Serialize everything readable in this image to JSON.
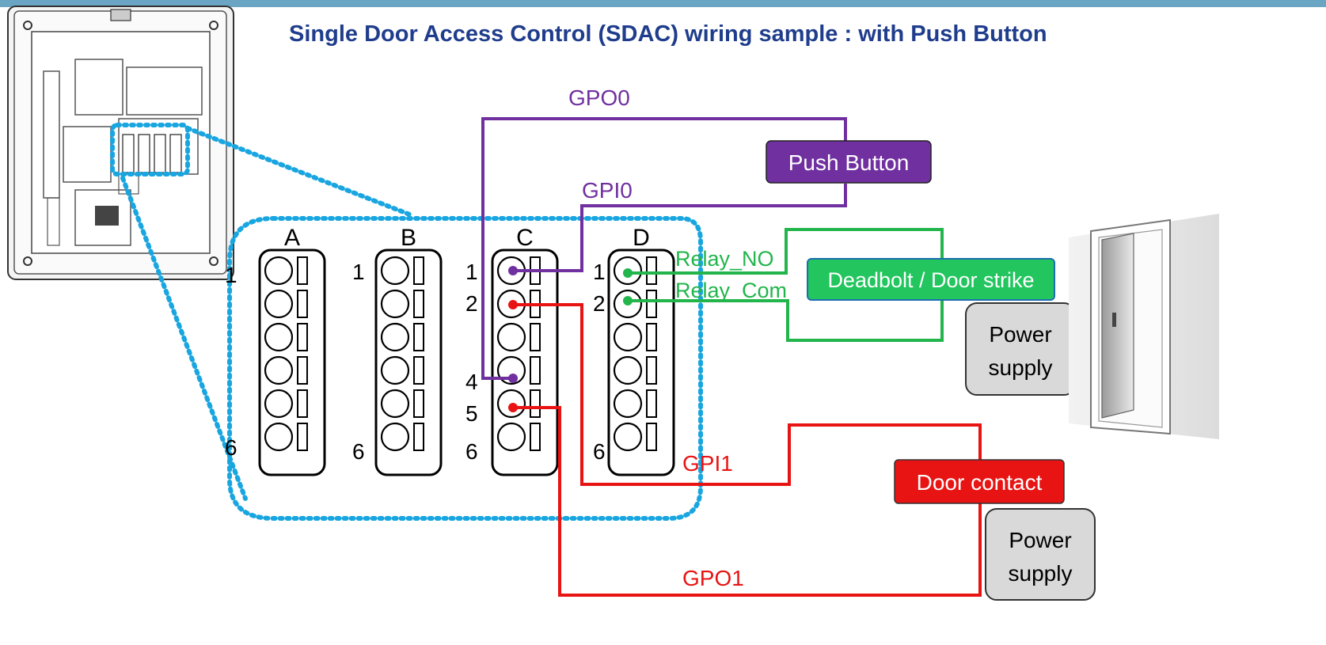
{
  "title": "Single Door Access Control (SDAC) wiring sample : with Push Button",
  "colors": {
    "title": "#1f3d8c",
    "top_bar": "#6aa6c3",
    "purple": "#7030a0",
    "green": "#22b54b",
    "red": "#e81414",
    "zoom_dots": "#19a6e0",
    "box_gray": "#d9d9d9"
  },
  "terminal_blocks": [
    {
      "letter": "A",
      "pin_first": "1",
      "pin_last": "6"
    },
    {
      "letter": "B",
      "pin_first": "1",
      "pin_last": "6"
    },
    {
      "letter": "C",
      "pin_first": "1",
      "pin_last": "6"
    },
    {
      "letter": "D",
      "pin_first": "1",
      "pin_last": "6"
    }
  ],
  "block_c_pins": {
    "pin2": "2",
    "pin4": "4",
    "pin5": "5"
  },
  "block_d_pins": {
    "pin2": "2"
  },
  "wires": {
    "gpo0": "GPO0",
    "gpi0": "GPI0",
    "relay_no": "Relay_NO",
    "relay_com": "Relay_Com",
    "gpi1": "GPI1",
    "gpo1": "GPO1"
  },
  "devices": {
    "push_button": "Push Button",
    "deadbolt": "Deadbolt / Door strike",
    "power_supply_1_line1": "Power",
    "power_supply_1_line2": "supply",
    "door_contact": "Door contact",
    "power_supply_2_line1": "Power",
    "power_supply_2_line2": "supply"
  },
  "icons": [
    "controller-device-icon",
    "door-icon"
  ]
}
